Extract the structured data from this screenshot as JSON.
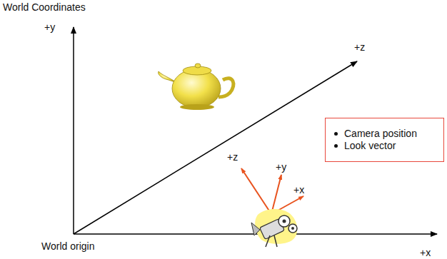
{
  "diagram": {
    "title": "World Coordinates",
    "nodes": [
      {
        "text": [
          "Camera position",
          "Look vector"
        ]
      }
    ],
    "labels": [
      "+y",
      "+z",
      "+x",
      "World origin",
      "+z",
      "+y",
      "+x"
    ]
  }
}
